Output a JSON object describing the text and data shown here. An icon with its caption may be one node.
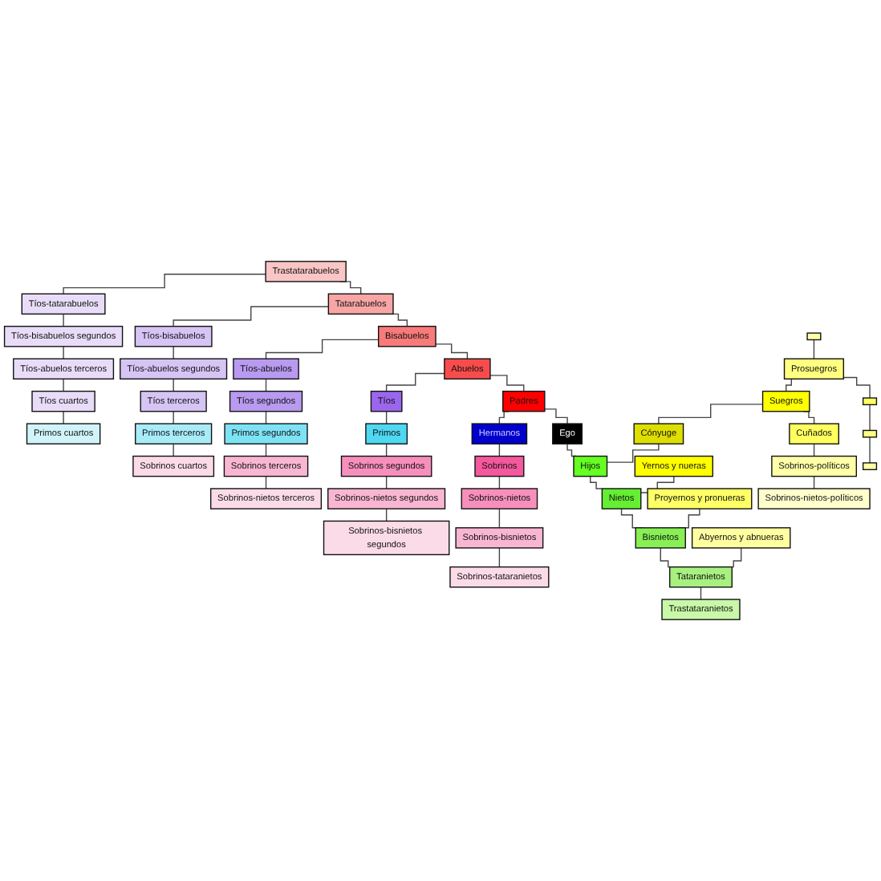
{
  "diagram": {
    "nodes": [
      {
        "text": [
          "Trastatarabuelos"
        ]
      },
      {
        "text": [
          "Tíos-tatarabuelos"
        ]
      },
      {
        "text": [
          "Tatarabuelos"
        ]
      },
      {
        "text": [
          "Tíos-bisabuelos segundos"
        ]
      },
      {
        "text": [
          "Tíos-bisabuelos"
        ]
      },
      {
        "text": [
          "Bisabuelos"
        ]
      },
      {
        "text": [],
        "shape": "box"
      },
      {
        "text": [
          "Tíos-abuelos terceros"
        ]
      },
      {
        "text": [
          "Tíos-abuelos segundos"
        ]
      },
      {
        "text": [
          "Tíos-abuelos"
        ]
      },
      {
        "text": [
          "Abuelos"
        ]
      },
      {
        "text": [
          "Prosuegros"
        ]
      },
      {
        "text": [
          "Tíos cuartos"
        ]
      },
      {
        "text": [
          "Tíos terceros"
        ]
      },
      {
        "text": [
          "Tíos segundos"
        ]
      },
      {
        "text": [
          "Tíos"
        ]
      },
      {
        "text": [
          "Padres"
        ]
      },
      {
        "text": [
          "Suegros"
        ]
      },
      {
        "text": [],
        "shape": "box"
      },
      {
        "text": [
          "Primos cuartos"
        ]
      },
      {
        "text": [
          "Primos terceros"
        ]
      },
      {
        "text": [
          "Primos segundos"
        ]
      },
      {
        "text": [
          "Primos"
        ]
      },
      {
        "text": [
          "Hermanos"
        ]
      },
      {
        "text": [
          "Ego"
        ]
      },
      {
        "text": [
          "Cónyuge"
        ]
      },
      {
        "text": [
          "Cuñados"
        ]
      },
      {
        "text": [],
        "shape": "box"
      },
      {
        "text": [
          "Sobrinos cuartos"
        ]
      },
      {
        "text": [
          "Sobrinos terceros"
        ]
      },
      {
        "text": [
          "Sobrinos segundos"
        ]
      },
      {
        "text": [
          "Sobrinos"
        ]
      },
      {
        "text": [
          "Hijos"
        ]
      },
      {
        "text": [
          "Yernos y nueras"
        ]
      },
      {
        "text": [
          "Sobrinos-políticos"
        ]
      },
      {
        "text": [],
        "shape": "box"
      },
      {
        "text": [
          "Sobrinos-nietos terceros"
        ]
      },
      {
        "text": [
          "Sobrinos-nietos segundos"
        ]
      },
      {
        "text": [
          "Sobrinos-nietos"
        ]
      },
      {
        "text": [
          "Nietos"
        ]
      },
      {
        "text": [
          "Proyernos y pronueras"
        ]
      },
      {
        "text": [
          "Sobrinos-nietos-políticos"
        ]
      },
      {
        "text": [
          "Sobrinos-bisnietos segundos"
        ]
      },
      {
        "text": [
          "Sobrinos-bisnietos"
        ]
      },
      {
        "text": [
          "Bisnietos"
        ]
      },
      {
        "text": [
          "Abyernos y abnueras"
        ]
      },
      {
        "text": [
          "Sobrinos-tataranietos"
        ]
      },
      {
        "text": [
          "Tataranietos"
        ]
      },
      {
        "text": [
          "Trastataranietos"
        ]
      }
    ],
    "edges": [
      {
        "from": 0,
        "to": 1,
        "arrow": "none"
      },
      {
        "from": 0,
        "to": 2,
        "arrow": "none"
      },
      {
        "from": 1,
        "to": 3,
        "arrow": "none"
      },
      {
        "from": 3,
        "to": 7,
        "arrow": "none"
      },
      {
        "from": 7,
        "to": 12,
        "arrow": "none"
      },
      {
        "from": 12,
        "to": 19,
        "arrow": "none"
      },
      {
        "from": 2,
        "to": 4,
        "arrow": "none"
      },
      {
        "from": 2,
        "to": 5,
        "arrow": "none"
      },
      {
        "from": 4,
        "to": 8,
        "arrow": "none"
      },
      {
        "from": 8,
        "to": 13,
        "arrow": "none"
      },
      {
        "from": 13,
        "to": 20,
        "arrow": "none"
      },
      {
        "from": 20,
        "to": 28,
        "arrow": "none"
      },
      {
        "from": 5,
        "to": 9,
        "arrow": "none"
      },
      {
        "from": 5,
        "to": 10,
        "arrow": "none"
      },
      {
        "from": 9,
        "to": 14,
        "arrow": "none"
      },
      {
        "from": 14,
        "to": 21,
        "arrow": "none"
      },
      {
        "from": 21,
        "to": 29,
        "arrow": "none"
      },
      {
        "from": 29,
        "to": 36,
        "arrow": "none"
      },
      {
        "from": 10,
        "to": 15,
        "arrow": "none"
      },
      {
        "from": 10,
        "to": 16,
        "arrow": "none"
      },
      {
        "from": 15,
        "to": 22,
        "arrow": "none"
      },
      {
        "from": 22,
        "to": 30,
        "arrow": "none"
      },
      {
        "from": 30,
        "to": 37,
        "arrow": "none"
      },
      {
        "from": 37,
        "to": 42,
        "arrow": "none"
      },
      {
        "from": 16,
        "to": 23,
        "arrow": "none"
      },
      {
        "from": 16,
        "to": 24,
        "arrow": "none"
      },
      {
        "from": 23,
        "to": 31,
        "arrow": "none"
      },
      {
        "from": 31,
        "to": 38,
        "arrow": "none"
      },
      {
        "from": 38,
        "to": 43,
        "arrow": "none"
      },
      {
        "from": 43,
        "to": 46,
        "arrow": "none"
      },
      {
        "from": 6,
        "to": 11,
        "arrow": "none"
      },
      {
        "from": 11,
        "to": 17,
        "arrow": "none"
      },
      {
        "from": 11,
        "to": 18,
        "arrow": "none"
      },
      {
        "from": 17,
        "to": 25,
        "arrow": "none"
      },
      {
        "from": 17,
        "to": 26,
        "arrow": "none"
      },
      {
        "from": 26,
        "to": 34,
        "arrow": "none"
      },
      {
        "from": 34,
        "to": 41,
        "arrow": "none"
      },
      {
        "from": 18,
        "to": 27,
        "arrow": "none"
      },
      {
        "from": 27,
        "to": 35,
        "arrow": "none"
      },
      {
        "from": 24,
        "to": 32,
        "arrow": "none"
      },
      {
        "from": 25,
        "to": 32,
        "arrow": "none"
      },
      {
        "from": 32,
        "to": 39,
        "arrow": "none"
      },
      {
        "from": 33,
        "to": 39,
        "arrow": "none"
      },
      {
        "from": 39,
        "to": 44,
        "arrow": "none"
      },
      {
        "from": 40,
        "to": 44,
        "arrow": "none"
      },
      {
        "from": 44,
        "to": 47,
        "arrow": "none"
      },
      {
        "from": 45,
        "to": 47,
        "arrow": "none"
      },
      {
        "from": 47,
        "to": 48,
        "arrow": "none"
      }
    ]
  }
}
